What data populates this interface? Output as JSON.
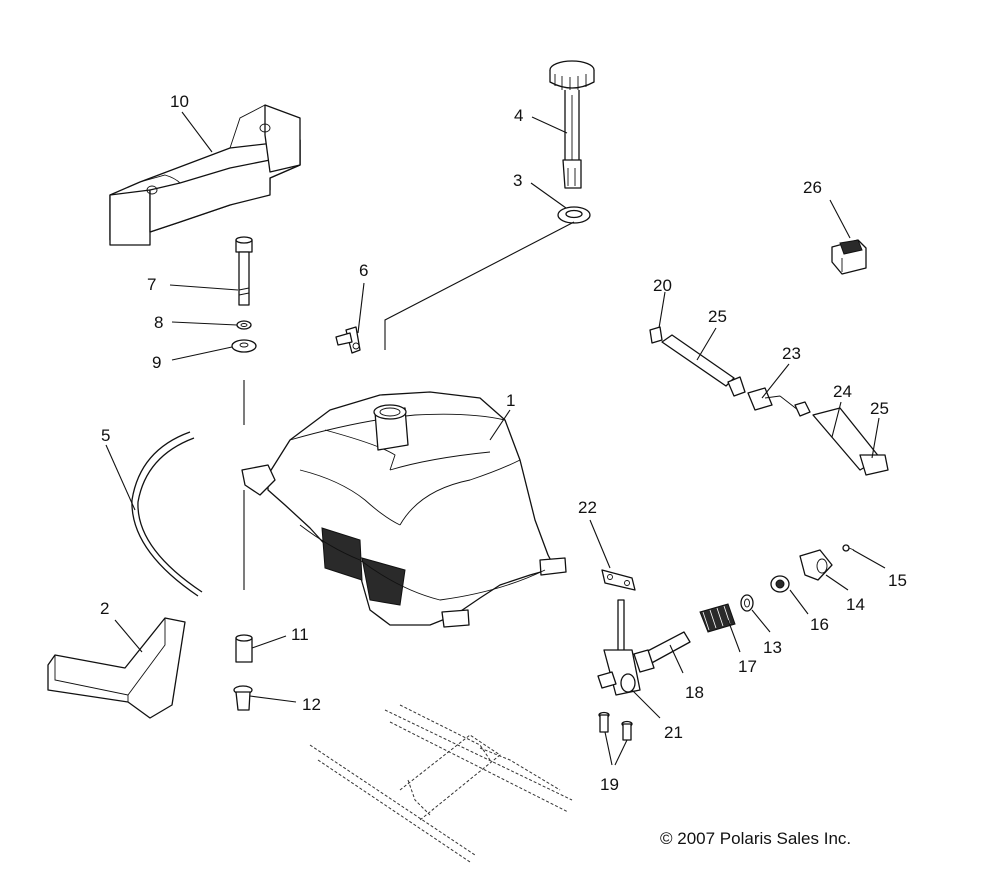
{
  "callouts": {
    "c1": "1",
    "c2": "2",
    "c3": "3",
    "c4": "4",
    "c5": "5",
    "c6": "6",
    "c7": "7",
    "c8": "8",
    "c9": "9",
    "c10": "10",
    "c11": "11",
    "c12": "12",
    "c13": "13",
    "c14": "14",
    "c15": "15",
    "c16": "16",
    "c17": "17",
    "c18": "18",
    "c19": "19",
    "c20": "20",
    "c21": "21",
    "c22": "22",
    "c23": "23",
    "c24": "24",
    "c25a": "25",
    "c25b": "25",
    "c26": "26"
  },
  "copyright": "© 2007 Polaris Sales Inc."
}
